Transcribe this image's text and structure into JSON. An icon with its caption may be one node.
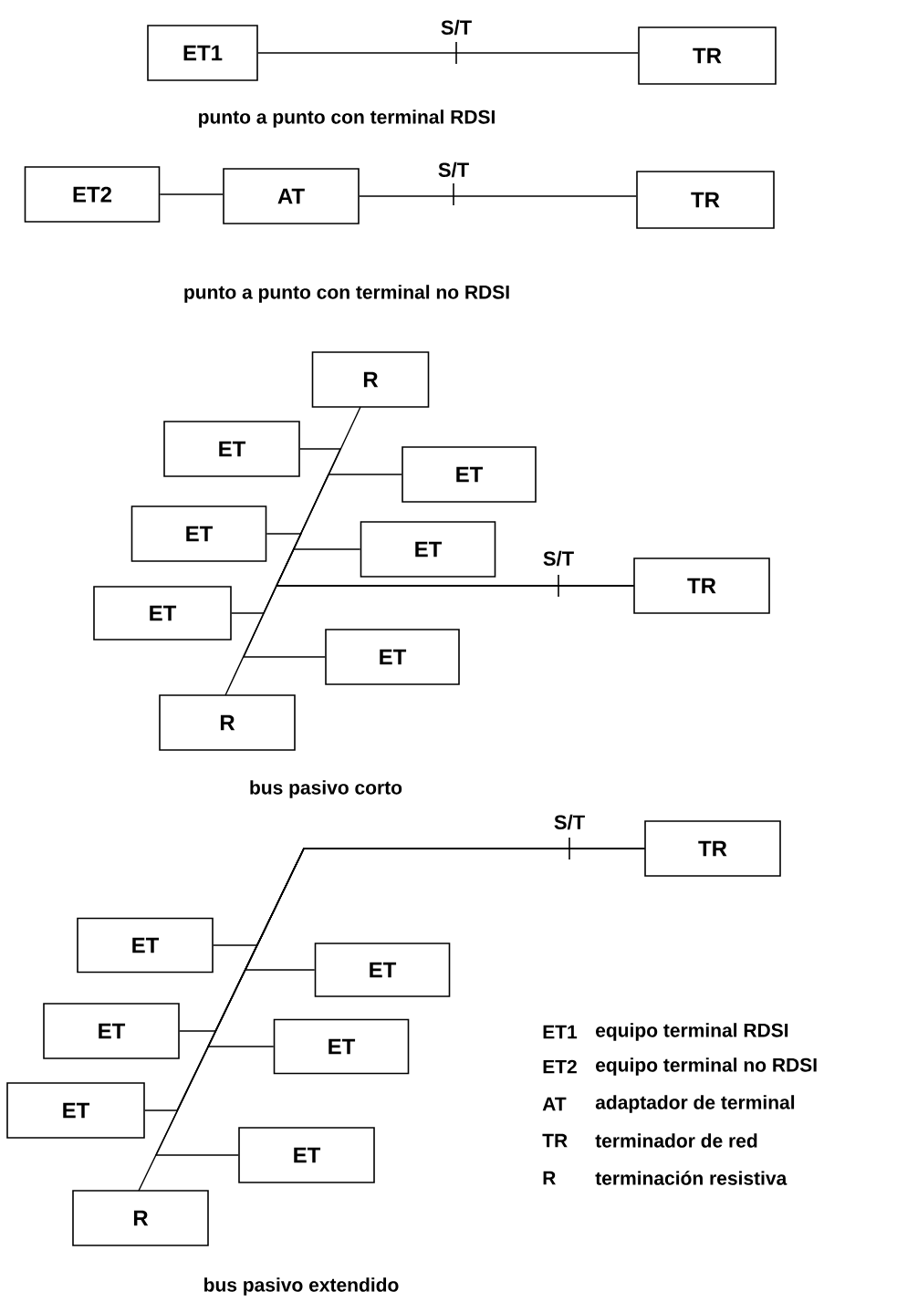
{
  "diagram": {
    "nodes": [
      {
        "text": [
          "ET1"
        ]
      },
      {
        "text": [
          "TR"
        ]
      },
      {
        "text": [
          "ET2"
        ]
      },
      {
        "text": [
          "AT"
        ]
      },
      {
        "text": [
          "TR"
        ]
      },
      {
        "text": [
          "R"
        ]
      },
      {
        "text": [
          "ET"
        ]
      },
      {
        "text": [
          "ET"
        ]
      },
      {
        "text": [
          "ET"
        ]
      },
      {
        "text": [
          "ET"
        ]
      },
      {
        "text": [
          "TR"
        ]
      },
      {
        "text": [
          "ET"
        ]
      },
      {
        "text": [
          "ET"
        ]
      },
      {
        "text": [
          "R"
        ]
      },
      {
        "text": [
          "TR"
        ]
      },
      {
        "text": [
          "ET"
        ]
      },
      {
        "text": [
          "ET"
        ]
      },
      {
        "text": [
          "ET"
        ]
      },
      {
        "text": [
          "ET"
        ]
      },
      {
        "text": [
          "ET"
        ]
      },
      {
        "text": [
          "ET"
        ]
      },
      {
        "text": [
          "R"
        ]
      }
    ],
    "edges": [
      {
        "from": 0,
        "to": 1,
        "arrow": "none",
        "label": "S/T"
      },
      {
        "from": 2,
        "to": 3,
        "arrow": "none"
      },
      {
        "from": 3,
        "to": 4,
        "arrow": "none",
        "label": "S/T"
      },
      {
        "from": 5,
        "to": 10,
        "arrow": "none",
        "label": "S/T"
      },
      {
        "from": 13,
        "to": 10,
        "arrow": "none"
      },
      {
        "from": 6,
        "to": 10,
        "arrow": "none"
      },
      {
        "from": 7,
        "to": 10,
        "arrow": "none"
      },
      {
        "from": 8,
        "to": 10,
        "arrow": "none"
      },
      {
        "from": 9,
        "to": 10,
        "arrow": "none"
      },
      {
        "from": 11,
        "to": 10,
        "arrow": "none"
      },
      {
        "from": 12,
        "to": 10,
        "arrow": "none"
      },
      {
        "from": 21,
        "to": 14,
        "arrow": "none",
        "label": "S/T"
      },
      {
        "from": 15,
        "to": 14,
        "arrow": "none"
      },
      {
        "from": 16,
        "to": 14,
        "arrow": "none"
      },
      {
        "from": 17,
        "to": 14,
        "arrow": "none"
      },
      {
        "from": 18,
        "to": 14,
        "arrow": "none"
      },
      {
        "from": 19,
        "to": 14,
        "arrow": "none"
      },
      {
        "from": 20,
        "to": 14,
        "arrow": "none"
      }
    ],
    "labels": [
      "punto a punto con terminal RDSI",
      "punto a punto con terminal no RDSI",
      "bus pasivo corto",
      "bus pasivo extendido",
      "ET1",
      "equipo terminal RDSI",
      "ET2",
      "equipo terminal no RDSI",
      "AT",
      "adaptador de terminal",
      "TR",
      "terminador de red",
      "R",
      "terminación resistiva"
    ]
  }
}
